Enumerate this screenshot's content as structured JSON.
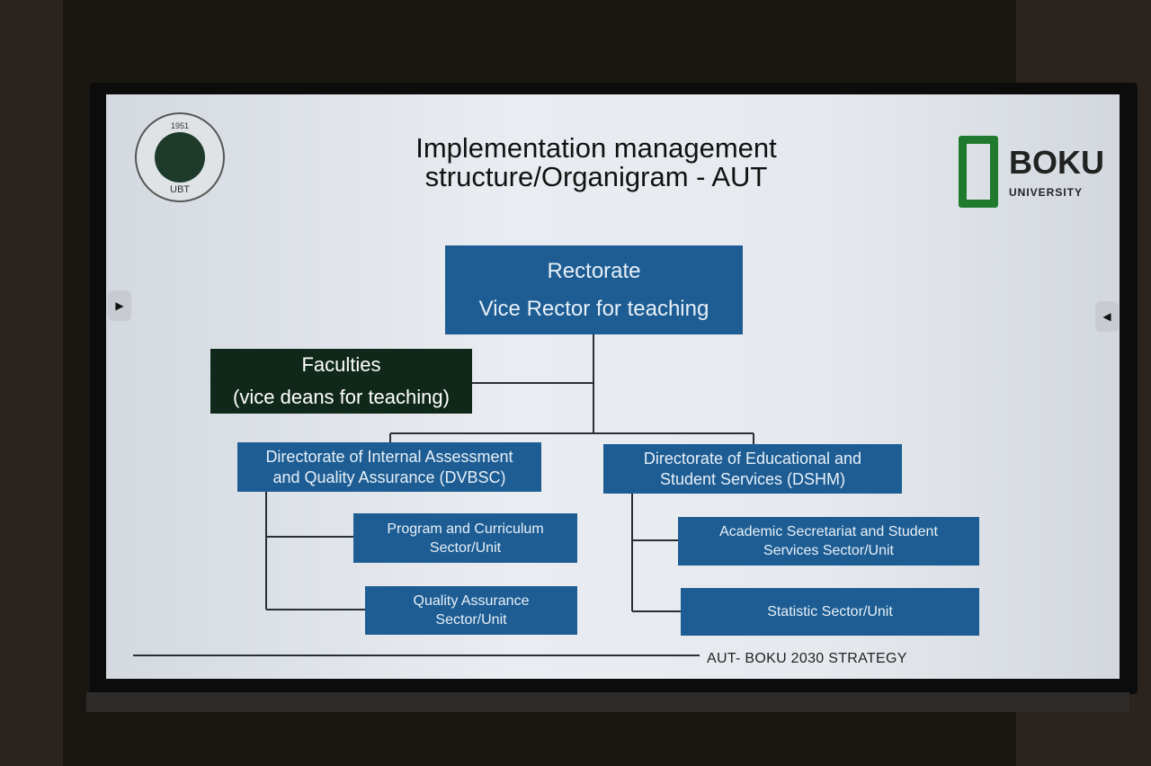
{
  "slide": {
    "title_line1": "Implementation management",
    "title_line2": "structure/Organigram - AUT",
    "logo_left": {
      "year": "1951",
      "name": "UBT"
    },
    "logo_right": {
      "name": "BOKU",
      "sub": "UNIVERSITY",
      "color": "#1f7a2e"
    },
    "footer": "AUT- BOKU 2030 STRATEGY"
  },
  "org": {
    "rectorate": {
      "line1": "Rectorate",
      "line2": "Vice Rector for teaching"
    },
    "faculties": {
      "line1": "Faculties",
      "line2": "(vice deans for teaching)"
    },
    "dvbsc": {
      "line1": "Directorate of Internal Assessment",
      "line2": "and Quality Assurance (DVBSC)"
    },
    "dshm": {
      "line1": "Directorate of Educational and",
      "line2": "Student Services (DSHM)"
    },
    "program": {
      "line1": "Program and Curriculum",
      "line2": "Sector/Unit"
    },
    "qa": {
      "line1": "Quality Assurance",
      "line2": "Sector/Unit"
    },
    "academic": {
      "line1": "Academic Secretariat and Student",
      "line2": "Services Sector/Unit"
    },
    "statistic": {
      "line1": "Statistic Sector/Unit"
    }
  },
  "colors": {
    "box": "#1d5d93",
    "faculties": "#10281a"
  }
}
